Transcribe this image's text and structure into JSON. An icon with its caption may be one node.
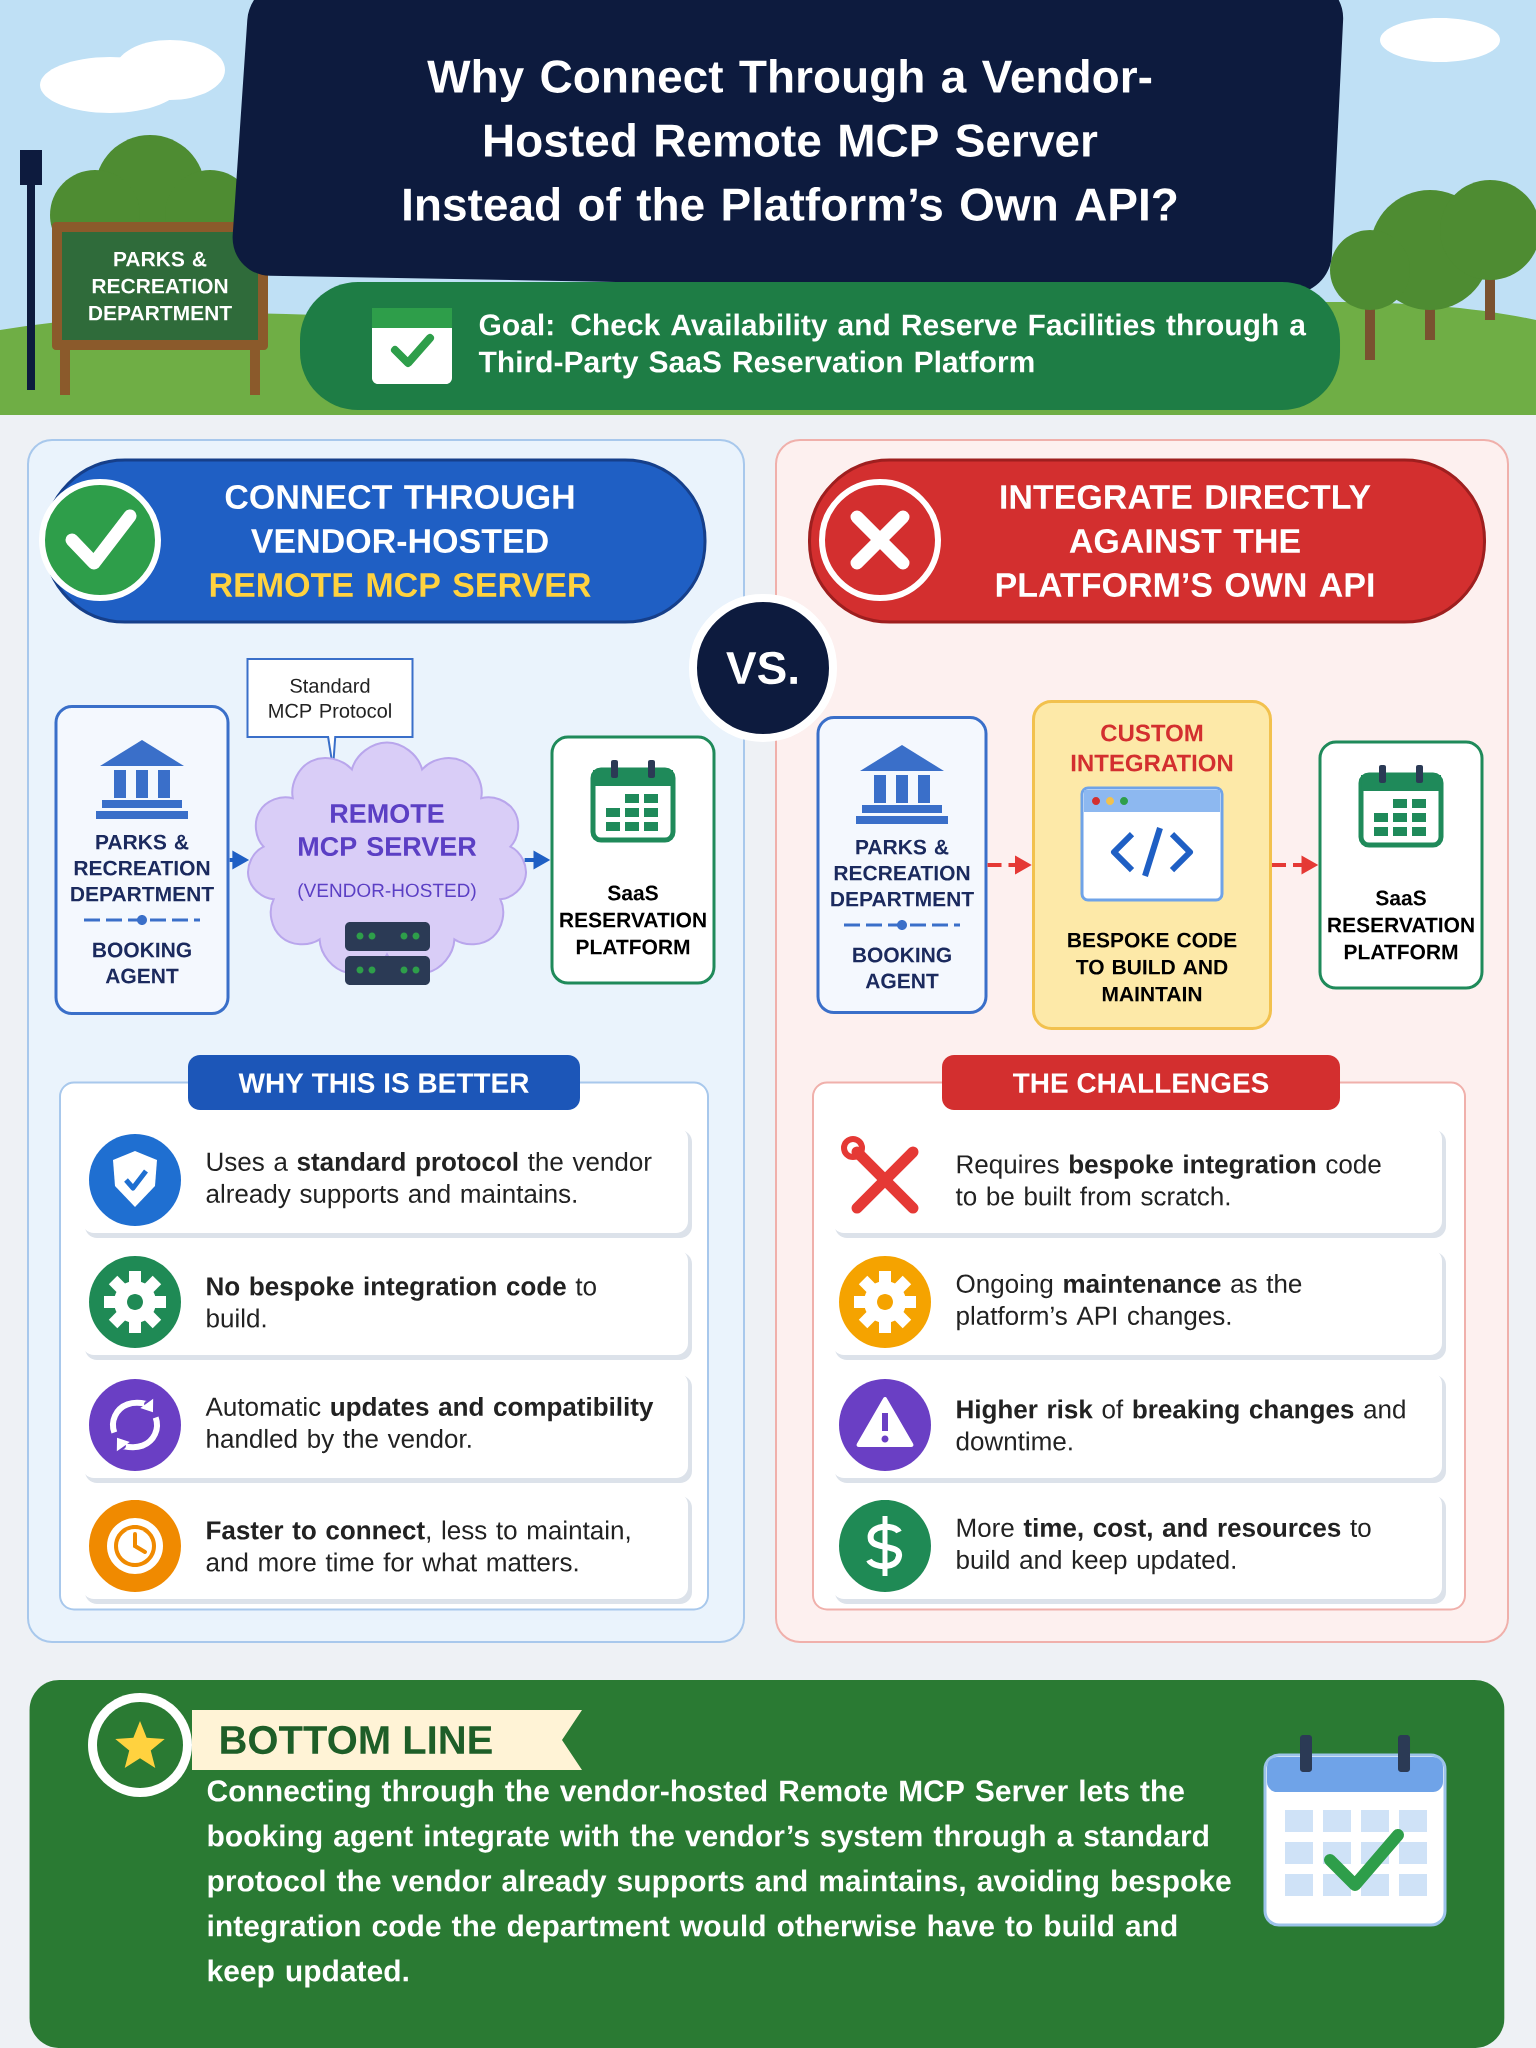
{
  "diagram": {
    "title": "Why Connect Through a Vendor-Hosted Remote MCP Server Instead of the Platform’s Own API?",
    "nodes": [
      {
        "text": [
          "Goal: Check Availability and Reserve Facilities through a Third-Party SaaS Reservation Platform"
        ]
      },
      {
        "text": [
          "CONNECT THROUGH VENDOR-HOSTED",
          "REMOTE MCP SERVER"
        ]
      },
      {
        "text": [
          "VS."
        ]
      },
      {
        "text": [
          "INTEGRATE DIRECTLY AGAINST THE PLATFORM’S OWN API"
        ]
      },
      {
        "text": [
          "PARKS & RECREATION DEPARTMENT",
          "BOOKING AGENT"
        ]
      },
      {
        "text": [
          "Standard MCP Protocol"
        ]
      },
      {
        "text": [
          "REMOTE MCP SERVER",
          "(VENDOR-HOSTED)"
        ]
      },
      {
        "text": [
          "SaaS RESERVATION PLATFORM"
        ]
      },
      {
        "text": [
          "PARKS & RECREATION DEPARTMENT",
          "BOOKING AGENT"
        ]
      },
      {
        "text": [
          "CUSTOM INTEGRATION",
          "BESPOKE CODE TO BUILD AND MAINTAIN"
        ]
      },
      {
        "text": [
          "SaaS RESERVATION PLATFORM"
        ]
      },
      {
        "text": [
          "WHY THIS IS BETTER"
        ]
      },
      {
        "text": [
          "Uses a **standard protocol** the vendor already supports and maintains."
        ],
        "in": 11
      },
      {
        "text": [
          "**No bespoke integration code** to build."
        ],
        "in": 11
      },
      {
        "text": [
          "Automatic **updates and compatibility** handled by the vendor."
        ],
        "in": 11
      },
      {
        "text": [
          "**Faster to connect**, less to maintain, and more time for what matters."
        ],
        "in": 11
      },
      {
        "text": [
          "THE CHALLENGES"
        ]
      },
      {
        "text": [
          "Requires **bespoke integration** code to be built from scratch."
        ],
        "in": 16
      },
      {
        "text": [
          "Ongoing **maintenance** as the platform’s API changes."
        ],
        "in": 16
      },
      {
        "text": [
          "**Higher risk** of **breaking changes** and downtime."
        ],
        "in": 16
      },
      {
        "text": [
          "More **time, cost, and resources** to build and keep updated."
        ],
        "in": 16
      },
      {
        "text": [
          "BOTTOM LINE",
          "Connecting through the vendor-hosted Remote MCP Server lets the booking agent integrate with the vendor’s system through a standard protocol the vendor already supports and maintains, avoiding bespoke integration code the department would otherwise have to build and keep updated."
        ]
      }
    ],
    "edges": [
      {
        "from": 4,
        "to": 6,
        "arrow": "to",
        "style": "dashed",
        "color": "#1f5fc4"
      },
      {
        "from": 6,
        "to": 7,
        "arrow": "to",
        "style": "dashed",
        "color": "#1f5fc4"
      },
      {
        "from": 8,
        "to": 9,
        "arrow": "to",
        "style": "dashed",
        "color": "#e53935"
      },
      {
        "from": 9,
        "to": 10,
        "arrow": "to",
        "style": "dashed",
        "color": "#e53935"
      }
    ],
    "labels": [
      "PARKS & RECREATION DEPARTMENT"
    ]
  }
}
